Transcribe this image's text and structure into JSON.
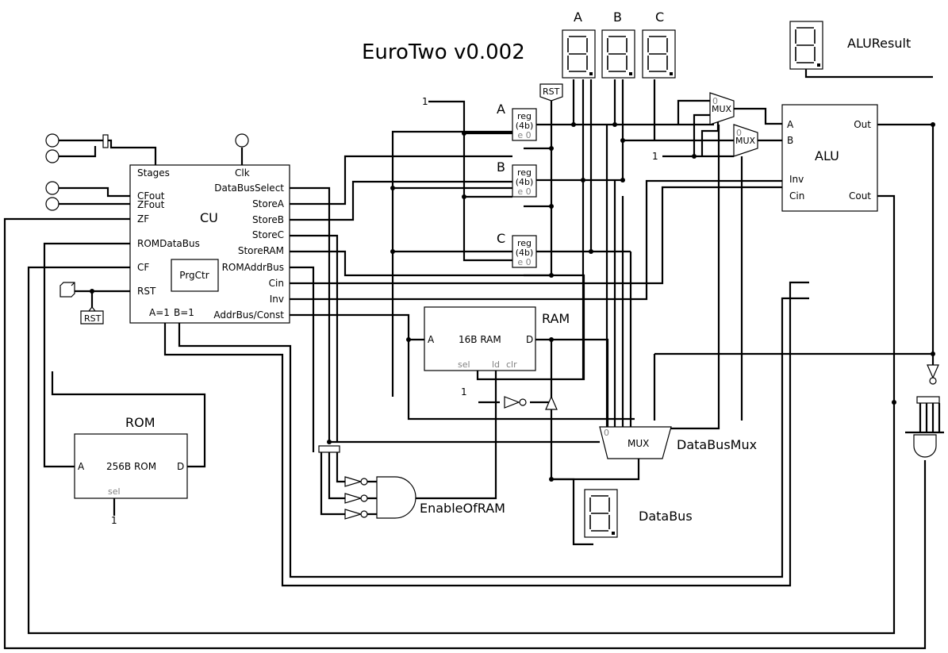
{
  "title": "EuroTwo v0.002",
  "displays": {
    "a": "A",
    "b": "B",
    "c": "C",
    "alu_result": "ALUResult",
    "data_bus": "DataBus"
  },
  "cu": {
    "name": "CU",
    "inputs": [
      "Stages",
      "CFout",
      "ZFout",
      "ZF",
      "ROMDataBus",
      "CF",
      "RST"
    ],
    "outputs": [
      "Clk",
      "DataBusSelect",
      "StoreA",
      "StoreB",
      "StoreC",
      "StoreRAM",
      "ROMAddrBus",
      "Cin",
      "Inv",
      "AddrBus/Const"
    ],
    "bottom": [
      "A=1",
      "B=1"
    ],
    "prgctr": "PrgCtr"
  },
  "registers": [
    {
      "name": "A",
      "l1": "reg",
      "l2": "(4b)",
      "l3": "e 0"
    },
    {
      "name": "B",
      "l1": "reg",
      "l2": "(4b)",
      "l3": "e 0"
    },
    {
      "name": "C",
      "l1": "reg",
      "l2": "(4b)",
      "l3": "e 0"
    }
  ],
  "rst_tag": "RST",
  "const_one": "1",
  "ram": {
    "name": "RAM",
    "label": "16B RAM",
    "port_a": "A",
    "port_d": "D",
    "sel": "sel",
    "ld": "ld",
    "clr": "clr"
  },
  "rom": {
    "name": "ROM",
    "label": "256B ROM",
    "port_a": "A",
    "port_d": "D",
    "sel": "sel"
  },
  "alu": {
    "name": "ALU",
    "in_a": "A",
    "in_b": "B",
    "inv": "Inv",
    "cin": "Cin",
    "out": "Out",
    "cout": "Cout"
  },
  "mux": {
    "label": "MUX",
    "zero": "0"
  },
  "data_bus_mux": {
    "name": "DataBusMux",
    "label": "MUX",
    "zero": "0"
  },
  "enable_of_ram": "EnableOfRAM"
}
